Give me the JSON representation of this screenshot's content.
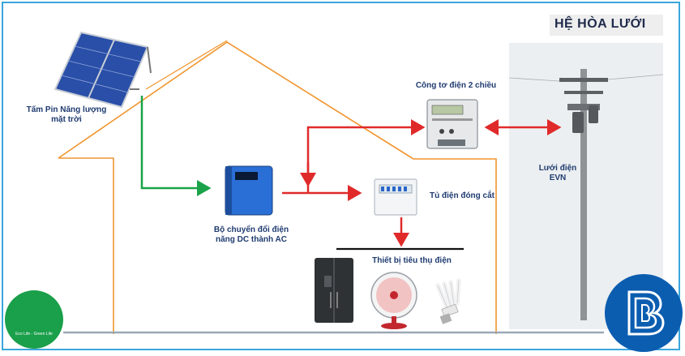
{
  "title": "HỆ HÒA LƯỚI",
  "components": {
    "solar_panel": {
      "label_line1": "Tấm Pin Năng lượng",
      "label_line2": "mặt trời"
    },
    "inverter": {
      "label_line1": "Bộ chuyển đổi điện",
      "label_line2": "năng DC thành AC"
    },
    "meter": {
      "label": "Công tơ điện 2 chiều"
    },
    "breaker": {
      "label": "Tủ điện đóng cắt"
    },
    "loads": {
      "label": "Thiết bị tiêu thụ điện"
    },
    "grid": {
      "label_line1": "Lưới điện",
      "label_line2": "EVN"
    }
  },
  "logo": {
    "tagline": "Eco Life - Green Life"
  },
  "colors": {
    "frame": "#3aa6dc",
    "house": "#f0952e",
    "dc_flow": "#1aa34a",
    "ac_flow": "#e02a2a",
    "logo_green": "#1a9f4a",
    "logo_blue": "#0b5db0"
  },
  "icons": [
    "solar-panel-icon",
    "inverter-icon",
    "bidirectional-meter-icon",
    "breaker-box-icon",
    "refrigerator-icon",
    "fan-icon",
    "light-bulb-icon",
    "utility-pole-icon",
    "leaf-logo-icon",
    "b-logo-icon"
  ]
}
